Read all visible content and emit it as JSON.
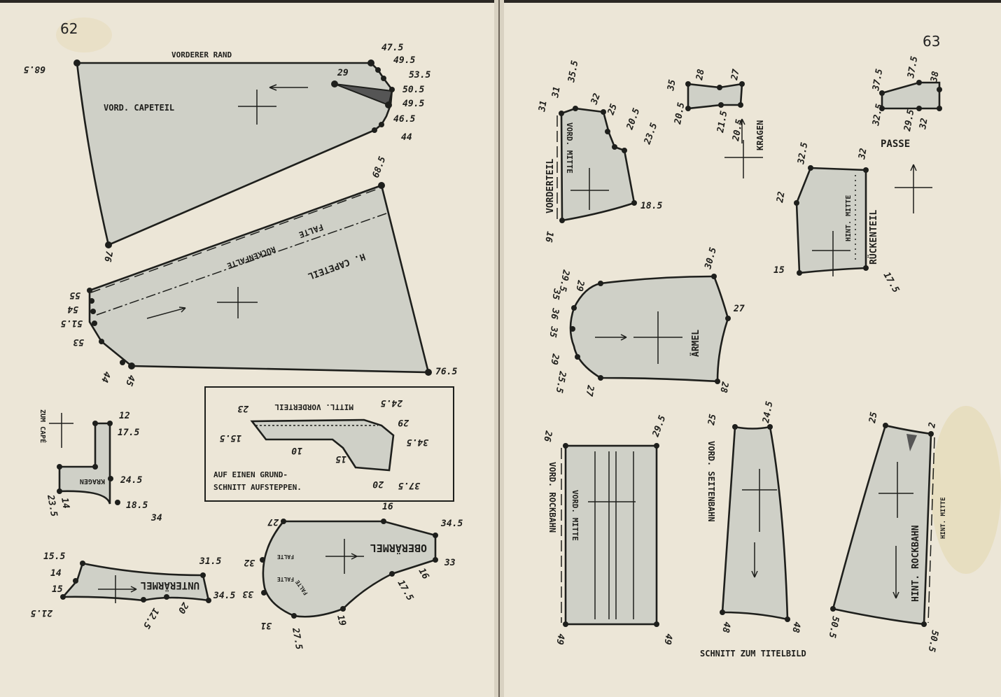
{
  "left_page": {
    "page_number": "62",
    "capeteil_front": {
      "title": "VORD. CAPETEIL",
      "edge_label": "VORDERER RAND",
      "measures": [
        "68.5",
        "47.5",
        "49.5",
        "53.5",
        "29",
        "50.5",
        "49.5",
        "46.5",
        "44",
        "76"
      ]
    },
    "capeteil_back": {
      "title": "H. CAPETEIL",
      "fold_label": "FALTE",
      "back_fold_label": "RÜCKENFALTE",
      "measures": [
        "68.5",
        "55",
        "54",
        "51.5",
        "53",
        "44",
        "45",
        "76.5"
      ]
    },
    "collar": {
      "title": "KRAGEN",
      "note": "ZUM CAPÉ",
      "measures": [
        "12",
        "17.5",
        "24.5",
        "18.5",
        "34",
        "14",
        "23.5"
      ]
    },
    "inset": {
      "title": "MITTL. VORDERTEIL",
      "note_line1": "AUF EINEN GRUND-",
      "note_line2": "SCHNITT AUFSTEPPEN.",
      "measures": [
        "23",
        "24.5",
        "29",
        "34.5",
        "37.5",
        "20",
        "15",
        "10",
        "15.5"
      ]
    },
    "upper_sleeve": {
      "title": "OBERÄRMEL",
      "fold_label": "FALTE",
      "measures": [
        "27",
        "16",
        "34.5",
        "33",
        "16",
        "17.5",
        "19",
        "27.5",
        "31",
        "33",
        "32"
      ]
    },
    "under_sleeve": {
      "title": "UNTERÄRMEL",
      "measures": [
        "31.5",
        "34.5",
        "20",
        "12.5",
        "21.5",
        "15",
        "14",
        "15.5"
      ]
    }
  },
  "right_page": {
    "page_number": "63",
    "front_bodice": {
      "title": "VORDERTEIL",
      "center_label": "VORD. MITTE",
      "measures": [
        "31",
        "31",
        "35.5",
        "32",
        "25",
        "20.5",
        "23.5",
        "18.5",
        "16"
      ]
    },
    "collar": {
      "title": "KRAGEN",
      "measures": [
        "35",
        "28",
        "27",
        "20.5",
        "21.5",
        "20.5"
      ]
    },
    "yoke": {
      "title": "PASSE",
      "measures": [
        "37.5",
        "37.5",
        "38",
        "32.5",
        "29.5",
        "32"
      ]
    },
    "back_bodice": {
      "title": "RÜCKENTEIL",
      "center_label": "HINT. MITTE",
      "measures": [
        "32.5",
        "32",
        "22",
        "15",
        "17.5"
      ]
    },
    "sleeve": {
      "title": "ÄRMEL",
      "measures": [
        "29.5",
        "30.5",
        "29",
        "27",
        "35",
        "36",
        "35",
        "29",
        "25.5",
        "27",
        "28"
      ]
    },
    "front_skirt": {
      "title": "VORD. ROCKBAHN",
      "center_label": "VORD. MITTE",
      "measures": [
        "26",
        "29.5",
        "49",
        "49"
      ]
    },
    "side_skirt": {
      "title": "VORD. SEITENBAHN",
      "measures": [
        "25",
        "24.5",
        "48",
        "48"
      ]
    },
    "back_skirt": {
      "title": "HINT. ROCKBAHN",
      "center_label": "HINT. MITTE",
      "measures": [
        "25",
        "2",
        "50.5",
        "50.5"
      ]
    },
    "caption": "SCHNITT ZUM TITELBILD"
  }
}
